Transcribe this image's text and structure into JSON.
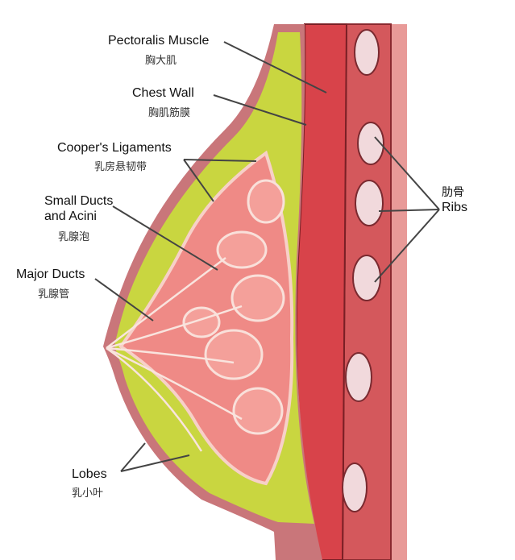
{
  "labels": {
    "pectoralis": {
      "en": "Pectoralis Muscle",
      "zh": "胸大肌"
    },
    "chest_wall": {
      "en": "Chest Wall",
      "zh": "胸肌筋膜"
    },
    "coopers": {
      "en": "Cooper's Ligaments",
      "zh": "乳房悬韧带"
    },
    "small_ducts": {
      "en_line1": "Small Ducts",
      "en_line2": "and Acini",
      "zh": "乳腺泡"
    },
    "major_ducts": {
      "en": "Major Ducts",
      "zh": "乳腺管"
    },
    "lobes": {
      "en": "Lobes",
      "zh": "乳小叶"
    },
    "ribs": {
      "en": "Ribs",
      "zh": "肋骨"
    }
  },
  "colors": {
    "skin": "#c9767a",
    "fat": "#c9d640",
    "gland": "#ef8a86",
    "muscle": "#d8434a",
    "rib": "#f1d9dc"
  }
}
